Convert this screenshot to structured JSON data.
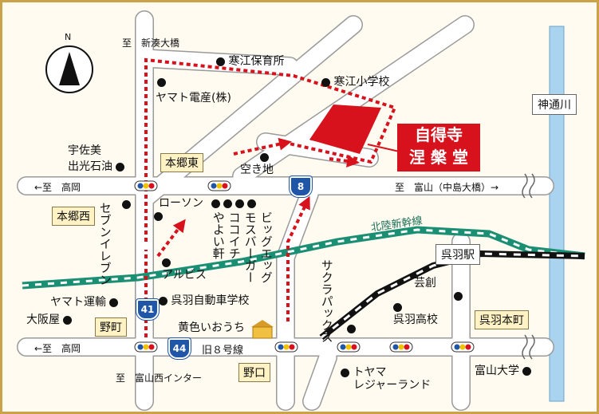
{
  "north_label": "N",
  "destination": {
    "line1": "自得寺",
    "line2": "涅 槃 堂"
  },
  "road_labels": {
    "top_north": "至　新湊大橋",
    "left_takaoka": "←至　高岡",
    "right_toyama": "至　富山（中島大橋）→",
    "bottom_left_takaoka": "←至　高岡",
    "bottom_toyamanishi": "至　富山西インター",
    "old8": "旧８号線"
  },
  "route_numbers": {
    "r8": "8",
    "r41": "41",
    "r44": "44"
  },
  "intersections": {
    "hongo_higashi": "本郷東",
    "hongo_nishi": "本郷西",
    "nomachi": "野町",
    "noguchi": "野口",
    "kureha_eki": "呉羽駅",
    "kureha_honmachi": "呉羽本町"
  },
  "river": "神通川",
  "railway": "北陸新幹線",
  "landmarks": {
    "kanbae_hoikusho": "寒江保育所",
    "kanbae_shogakko": "寒江小学校",
    "yamato_densan": "ヤマト電産(株)",
    "usami": "宇佐美",
    "idemitsu": "出光石油",
    "akichi": "空き地",
    "lawson": "ローソン",
    "seven": "セブンイレブン",
    "yayoiken": "やよい軒",
    "cocoichi": "ココイチ",
    "mos": "モスバーガー",
    "bigegg": "ビッグエッグ",
    "albis": "アルビス",
    "kureha_jidosha": "呉羽自動車学校",
    "yamato_unyu": "ヤマト運輸",
    "osakaya": "大阪屋",
    "kiiro_iouchi": "黄色いおうち",
    "sakura_pax": "サクラパックス",
    "geiso": "芸創",
    "kureha_koko": "呉羽高校",
    "toyama_leisure_1": "トヤマ",
    "toyama_leisure_2": "レジャーランド",
    "toyama_daigaku": "富山大学"
  },
  "colors": {
    "route": "#d7121c",
    "temple": "#d7121c",
    "river": "#a9d3ee",
    "shinkansen": "#1a8f73",
    "road": "#ffffff",
    "road_edge": "#9a9a9a"
  }
}
